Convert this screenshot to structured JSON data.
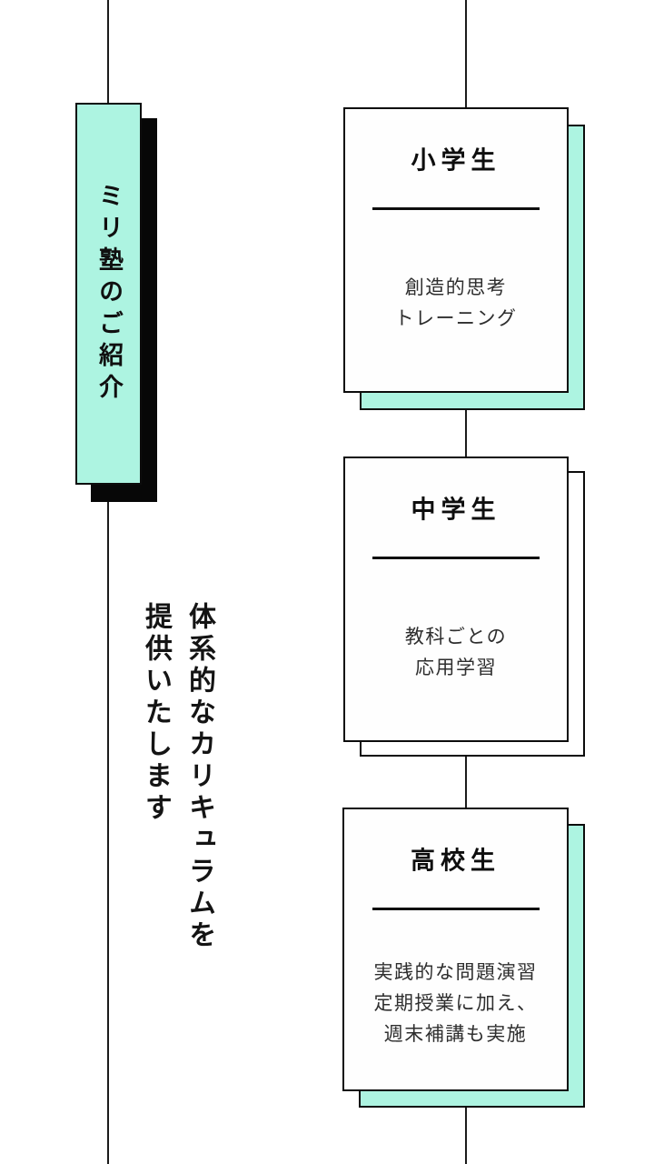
{
  "colors": {
    "accent_mint": "#adf4e1",
    "ink": "#0e0e0e",
    "body_text": "#2e2e2e",
    "timeline_line": "#1b1b1b",
    "background": "#ffffff"
  },
  "banner": {
    "title": "ミリ塾のご紹介"
  },
  "tagline": {
    "line1": "体系的なカリキュラムを",
    "line2": "提供いたします"
  },
  "cards": [
    {
      "title": "小学生",
      "body_lines": [
        "創造的思考",
        "トレーニング"
      ]
    },
    {
      "title": "中学生",
      "body_lines": [
        "教科ごとの",
        "応用学習"
      ]
    },
    {
      "title": "高校生",
      "body_lines": [
        "実践的な問題演習",
        "定期授業に加え、",
        "週末補講も実施"
      ]
    }
  ]
}
